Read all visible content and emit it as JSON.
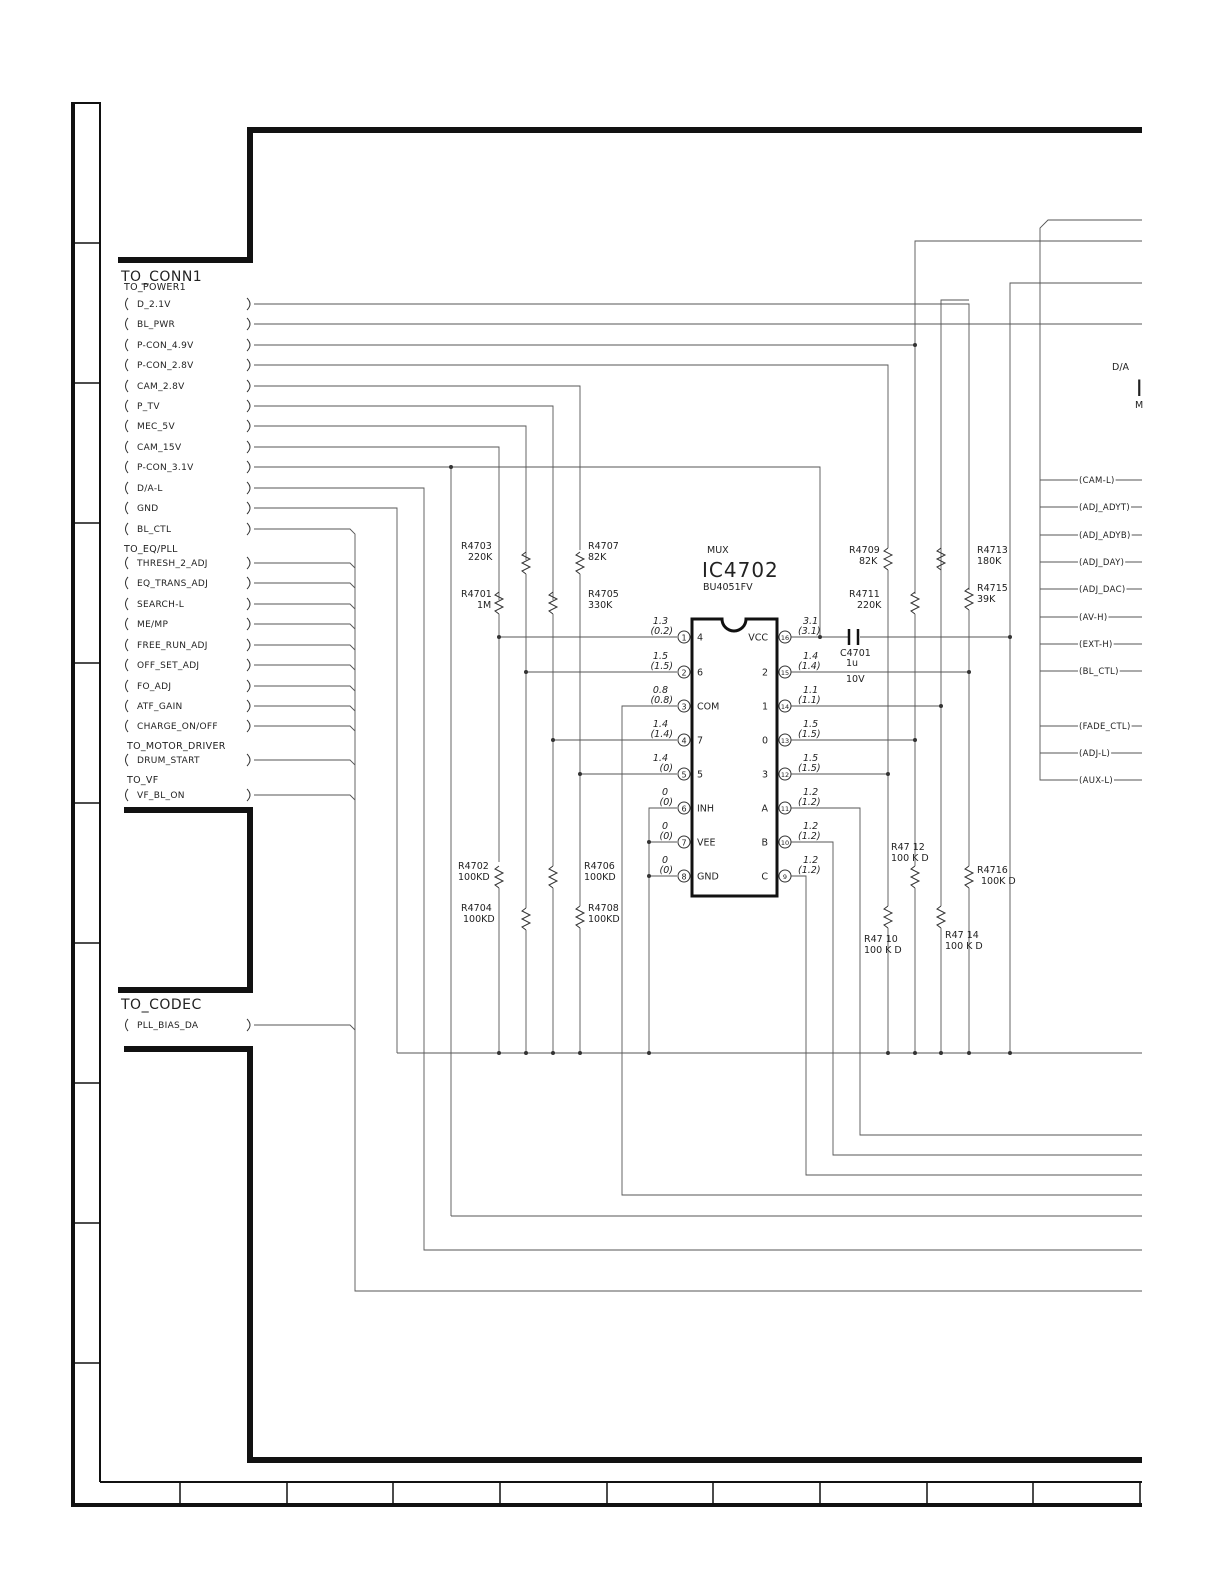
{
  "connector_main": "TO_CONN1",
  "groups": [
    {
      "title": "TO_POWER1",
      "signals": [
        "D_2.1V",
        "BL_PWR",
        "P-CON_4.9V",
        "P-CON_2.8V",
        "CAM_2.8V",
        "P_TV",
        "MEC_5V",
        "CAM_15V",
        "P-CON_3.1V",
        "D/A-L",
        "GND",
        "BL_CTL"
      ]
    },
    {
      "title": "TO_EQ/PLL",
      "signals": [
        "THRESH_2_ADJ",
        "EQ_TRANS_ADJ",
        "SEARCH-L",
        "ME/MP",
        "FREE_RUN_ADJ",
        "OFF_SET_ADJ",
        "FO_ADJ",
        "ATF_GAIN",
        "CHARGE_ON/OFF"
      ]
    },
    {
      "title": "TO_MOTOR_DRIVER",
      "signals": [
        "DRUM_START"
      ]
    },
    {
      "title": "TO_VF",
      "signals": [
        "VF_BL_ON"
      ]
    }
  ],
  "codec": {
    "title": "TO_CODEC",
    "signals": [
      "PLL_BIAS_DA"
    ]
  },
  "ic": {
    "type": "MUX",
    "ref": "IC4702",
    "part": "BU4051FV",
    "left_pins": [
      {
        "num": "1",
        "name": "4",
        "v": "1.3",
        "v2": "(0.2)"
      },
      {
        "num": "2",
        "name": "6",
        "v": "1.5",
        "v2": "(1.5)"
      },
      {
        "num": "3",
        "name": "COM",
        "v": "0.8",
        "v2": "(0.8)"
      },
      {
        "num": "4",
        "name": "7",
        "v": "1.4",
        "v2": "(1.4)"
      },
      {
        "num": "5",
        "name": "5",
        "v": "1.4",
        "v2": "(0)"
      },
      {
        "num": "6",
        "name": "INH",
        "v": "0",
        "v2": "(0)"
      },
      {
        "num": "7",
        "name": "VEE",
        "v": "0",
        "v2": "(0)"
      },
      {
        "num": "8",
        "name": "GND",
        "v": "0",
        "v2": "(0)"
      }
    ],
    "right_pins": [
      {
        "num": "16",
        "name": "VCC",
        "v": "3.1",
        "v2": "(3.1)"
      },
      {
        "num": "15",
        "name": "2",
        "v": "1.4",
        "v2": "(1.4)"
      },
      {
        "num": "14",
        "name": "1",
        "v": "1.1",
        "v2": "(1.1)"
      },
      {
        "num": "13",
        "name": "0",
        "v": "1.5",
        "v2": "(1.5)"
      },
      {
        "num": "12",
        "name": "3",
        "v": "1.5",
        "v2": "(1.5)"
      },
      {
        "num": "11",
        "name": "A",
        "v": "1.2",
        "v2": "(1.2)"
      },
      {
        "num": "10",
        "name": "B",
        "v": "1.2",
        "v2": "(1.2)"
      },
      {
        "num": "9",
        "name": "C",
        "v": "1.2",
        "v2": "(1.2)"
      }
    ]
  },
  "resistors": {
    "r4703": {
      "ref": "R4703",
      "val": "220K"
    },
    "r4701": {
      "ref": "R4701",
      "val": "1M"
    },
    "r4707": {
      "ref": "R4707",
      "val": "82K"
    },
    "r4705": {
      "ref": "R4705",
      "val": "330K"
    },
    "r4702": {
      "ref": "R4702",
      "val": "100KD"
    },
    "r4704": {
      "ref": "R4704",
      "val": "100KD"
    },
    "r4706": {
      "ref": "R4706",
      "val": "100KD"
    },
    "r4708": {
      "ref": "R4708",
      "val": "100KD"
    },
    "r4709": {
      "ref": "R4709",
      "val": "82K"
    },
    "r4711": {
      "ref": "R4711",
      "val": "220K"
    },
    "r4713": {
      "ref": "R4713",
      "val": "180K"
    },
    "r4715": {
      "ref": "R4715",
      "val": "39K"
    },
    "r4712": {
      "ref": "R47 12",
      "val": "100 K D"
    },
    "r4710": {
      "ref": "R47 10",
      "val": "100 K D"
    },
    "r4714": {
      "ref": "R47 14",
      "val": "100 K D"
    },
    "r4716": {
      "ref": "R4716",
      "val": "100K D"
    }
  },
  "capacitor": {
    "ref": "C4701",
    "val": "1u",
    "volt": "10V"
  },
  "da_block": {
    "title": "D/A",
    "letter": "I",
    "sub": "M"
  },
  "right_signals": [
    "(CAM-L)",
    "(ADJ_ADYT)",
    "(ADJ_ADYB)",
    "(ADJ_DAY)",
    "(ADJ_DAC)",
    "(AV-H)",
    "(EXT-H)",
    "(BL_CTL)",
    "(FADE_CTL)",
    "(ADJ-L)",
    "(AUX-L)"
  ]
}
